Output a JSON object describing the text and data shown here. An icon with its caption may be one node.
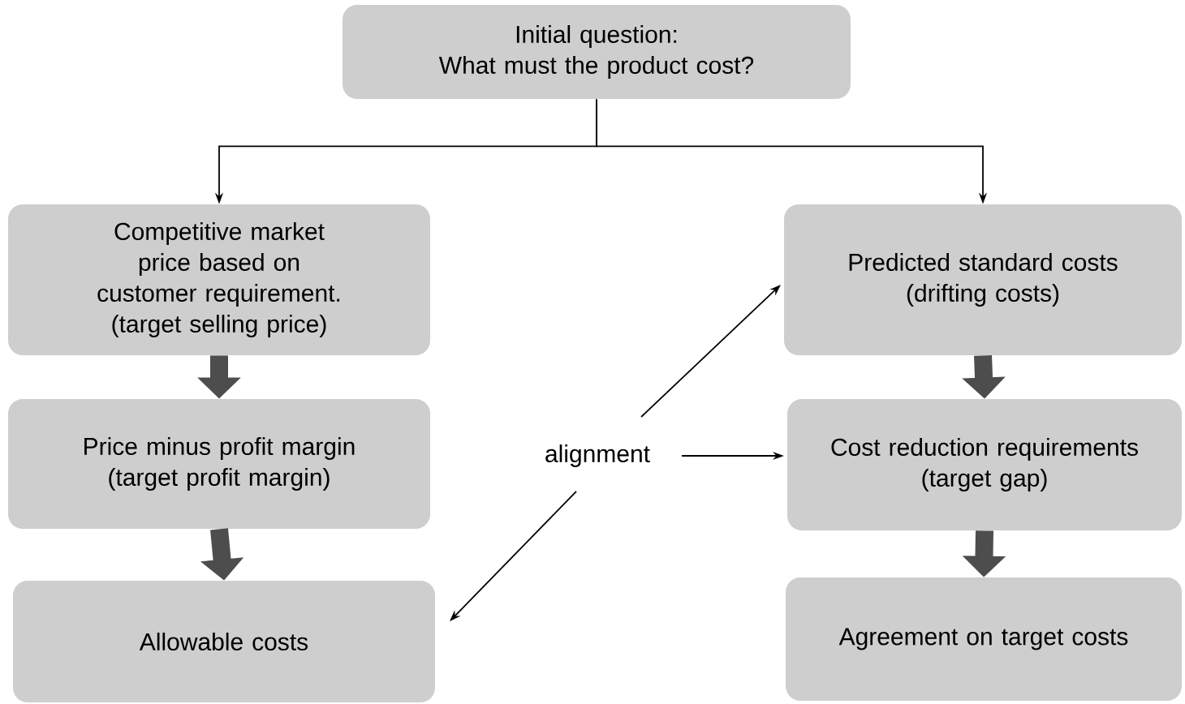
{
  "diagram": {
    "nodes": [
      {
        "text": [
          "Initial question:",
          "What must the product cost?"
        ]
      },
      {
        "text": [
          "Competitive market price based on customer requirement.",
          "(target selling price)"
        ]
      },
      {
        "text": [
          "Price minus profit margin",
          "(target profit margin)"
        ]
      },
      {
        "text": [
          "Allowable costs"
        ]
      },
      {
        "text": [
          "Predicted standard costs",
          "(drifting costs)"
        ]
      },
      {
        "text": [
          "Cost reduction requirements",
          "(target gap)"
        ]
      },
      {
        "text": [
          "Agreement on target costs"
        ]
      },
      {
        "text": [
          "alignment"
        ]
      }
    ],
    "edges": [
      {
        "from": 0,
        "to": 1,
        "arrow": "to"
      },
      {
        "from": 0,
        "to": 4,
        "arrow": "to"
      },
      {
        "from": 1,
        "to": 2,
        "arrow": "to",
        "style": "thick",
        "color": "#4d4d4d"
      },
      {
        "from": 2,
        "to": 3,
        "arrow": "to",
        "style": "thick",
        "color": "#4d4d4d"
      },
      {
        "from": 4,
        "to": 5,
        "arrow": "to",
        "style": "thick",
        "color": "#4d4d4d"
      },
      {
        "from": 5,
        "to": 6,
        "arrow": "to",
        "style": "thick",
        "color": "#4d4d4d"
      },
      {
        "from": 7,
        "to": 4,
        "arrow": "to"
      },
      {
        "from": 7,
        "to": 5,
        "arrow": "to"
      },
      {
        "from": 7,
        "to": 3,
        "arrow": "to"
      }
    ]
  }
}
